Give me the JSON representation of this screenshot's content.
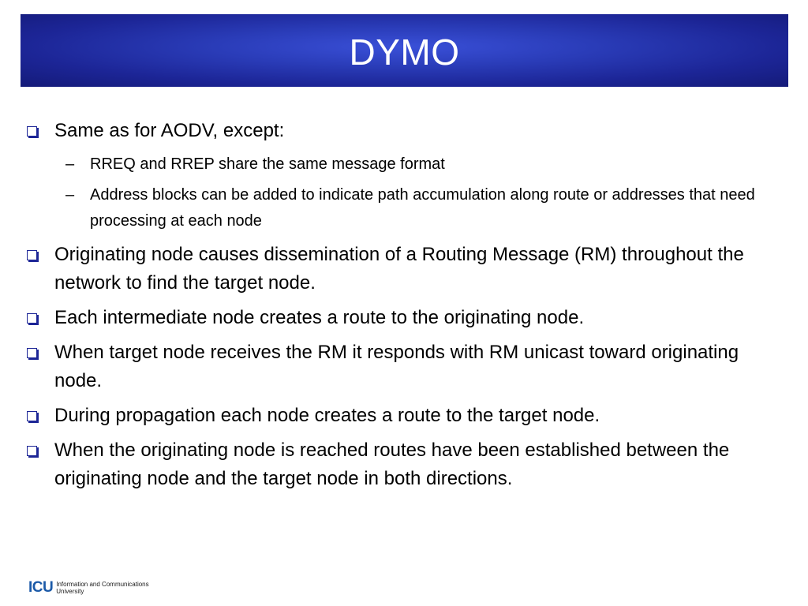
{
  "title": "DYMO",
  "bullets": [
    {
      "text": "Same as for AODV, except:",
      "sub": [
        "RREQ and RREP share the same message format",
        "Address blocks can be added to indicate path accumulation along route or addresses that need processing at each node"
      ]
    },
    {
      "text": "Originating node causes dissemination of a Routing Message (RM) throughout the network to find the target node."
    },
    {
      "text": "Each intermediate node creates a route to the originating node."
    },
    {
      "text": "When target node receives the RM it responds with RM unicast toward originating node."
    },
    {
      "text": "During propagation each node creates a route to the target node."
    },
    {
      "text": "When the originating node is reached routes have been established between the originating node and the target node in both directions."
    }
  ],
  "dash_glyph": "–",
  "footer": {
    "logo_mark": "ICU",
    "logo_line1": "Information and Communications",
    "logo_line2": "University"
  },
  "colors": {
    "title_bar": "#1c2596",
    "bullet_marker": "#1c2596",
    "logo": "#1c5aa8"
  }
}
